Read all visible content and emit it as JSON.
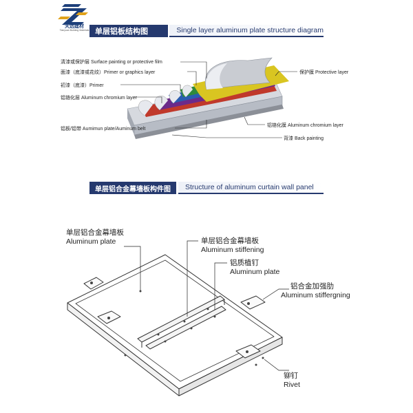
{
  "logo": {
    "name": "天远建材",
    "tagline": "Tianyuan Building Materials"
  },
  "diagram1": {
    "title_cn": "单层铝板结构图",
    "title_en": "Single layer aluminum plate structure diagram",
    "labels_left": [
      "清漆或保护层 Surface painting or protective film",
      "面漆（底漆或花纹）Primer or graphics layer",
      "初漆（底漆）Primer",
      "铝铬化层 Aluminum chromium layer",
      "铝板/铝带  Aumimun plate/Auminum belt"
    ],
    "labels_right": [
      "保护膜 Protective layer",
      "铝铬化膜 Aluminum chromium layer",
      "背漆 Back painting"
    ]
  },
  "diagram2": {
    "title_cn": "单层铝合金幕墙板构件图",
    "title_en": "Structure of aluminum curtain wall panel",
    "labels": [
      {
        "cn": "单层铝合金幕墙板",
        "en": "Aluminum plate"
      },
      {
        "cn": "单层铝合金幕墙板",
        "en": "Aluminum stiffening"
      },
      {
        "cn": "铝质植钉",
        "en": "Aluminum plate"
      },
      {
        "cn": "铝合金加强肋",
        "en": "Aluminum stiffergning"
      },
      {
        "cn": "铆钉",
        "en": "Rivet"
      }
    ]
  },
  "colors": {
    "navy": "#25396e",
    "layers": [
      "#d9c521",
      "#2f8a3b",
      "#2a5db0",
      "#6b2a8a",
      "#c0392b",
      "#b8bcc4"
    ]
  }
}
